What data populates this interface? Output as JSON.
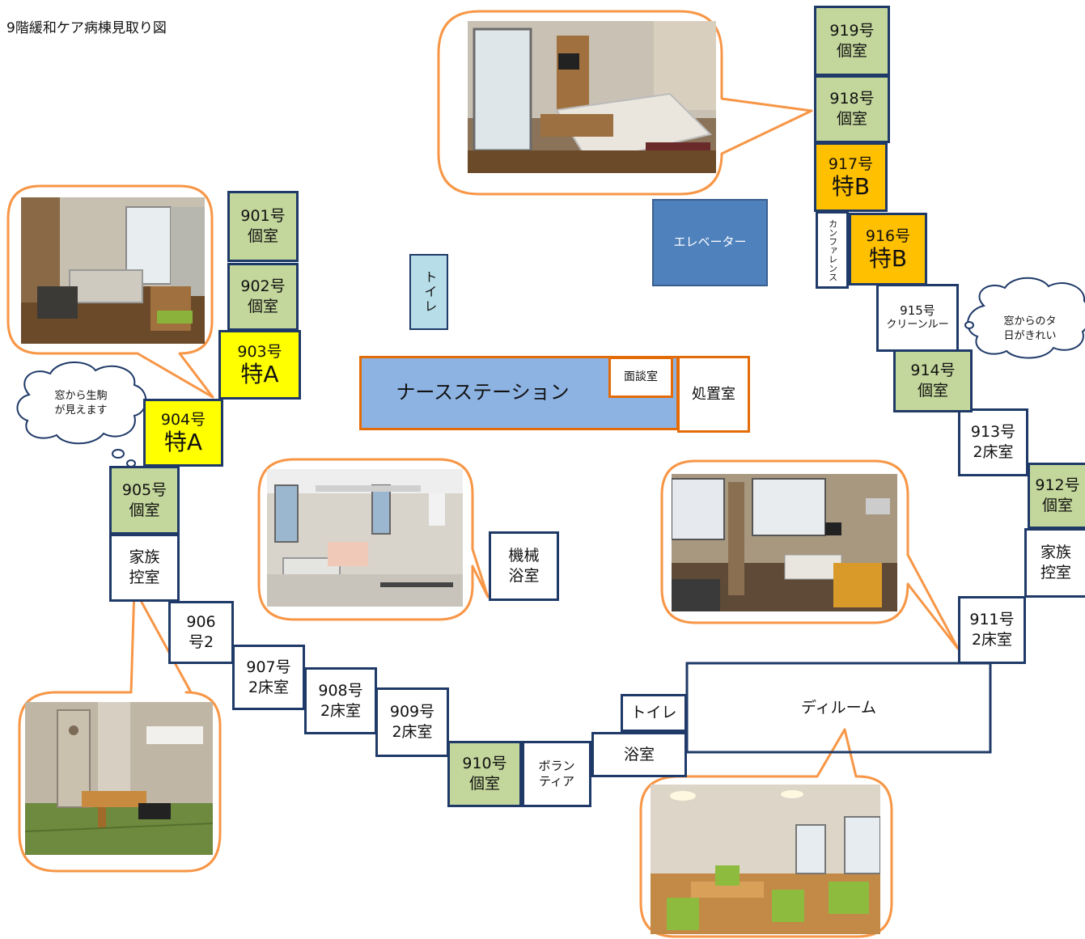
{
  "title": "9階緩和ケア病棟見取り図",
  "colors": {
    "room_border": "#1f3a68",
    "private_room": "#c3d69b",
    "special_a": "#ffff00",
    "special_b": "#ffc000",
    "nurse_station": "#8db3e2",
    "elevator": "#4f81bd",
    "toilet": "#b7dde8",
    "callout": "#f79646",
    "accent_orange": "#e36c09"
  },
  "rooms": {
    "r901": {
      "line1": "901号",
      "line2": "個室"
    },
    "r902": {
      "line1": "902号",
      "line2": "個室"
    },
    "r903": {
      "line1": "903号",
      "line2": "特A"
    },
    "r904": {
      "line1": "904号",
      "line2": "特A"
    },
    "r905": {
      "line1": "905号",
      "line2": "個室"
    },
    "family_left": {
      "line1": "家族",
      "line2": "控室"
    },
    "r906": {
      "line1": "906",
      "line2": "号2"
    },
    "r907": {
      "line1": "907号",
      "line2": "2床室"
    },
    "r908": {
      "line1": "908号",
      "line2": "2床室"
    },
    "r909": {
      "line1": "909号",
      "line2": "2床室"
    },
    "r910": {
      "line1": "910号",
      "line2": "個室"
    },
    "volunteer": {
      "line1": "ボラン",
      "line2": "ティア"
    },
    "bath": {
      "label": "浴室"
    },
    "toilet_lower": {
      "label": "トイレ"
    },
    "dayroom": {
      "label": "ディルーム"
    },
    "r911": {
      "line1": "911号",
      "line2": "2床室"
    },
    "family_right": {
      "line1": "家族",
      "line2": "控室"
    },
    "r912": {
      "line1": "912号",
      "line2": "個室"
    },
    "r913": {
      "line1": "913号",
      "line2": "2床室"
    },
    "r914": {
      "line1": "914号",
      "line2": "個室"
    },
    "r915": {
      "line1": "915号",
      "line2": "クリーンルー"
    },
    "r916": {
      "line1": "916号",
      "line2": "特B"
    },
    "conference": {
      "label": "カンファレンス"
    },
    "r917": {
      "line1": "917号",
      "line2": "特B"
    },
    "r918": {
      "line1": "918号",
      "line2": "個室"
    },
    "r919": {
      "line1": "919号",
      "line2": "個室"
    },
    "elevator": {
      "label": "エレベーター"
    },
    "toilet_center": {
      "label": "トイレ"
    },
    "nurse_station": {
      "label": "ナースステーション"
    },
    "interview": {
      "label": "面談室"
    },
    "treatment": {
      "label": "処置室"
    },
    "machine_bath": {
      "line1": "機械",
      "line2": "浴室"
    }
  },
  "clouds": {
    "left": "窓から生駒\nが見えます",
    "right": "窓からのタ\n日がきれい"
  }
}
